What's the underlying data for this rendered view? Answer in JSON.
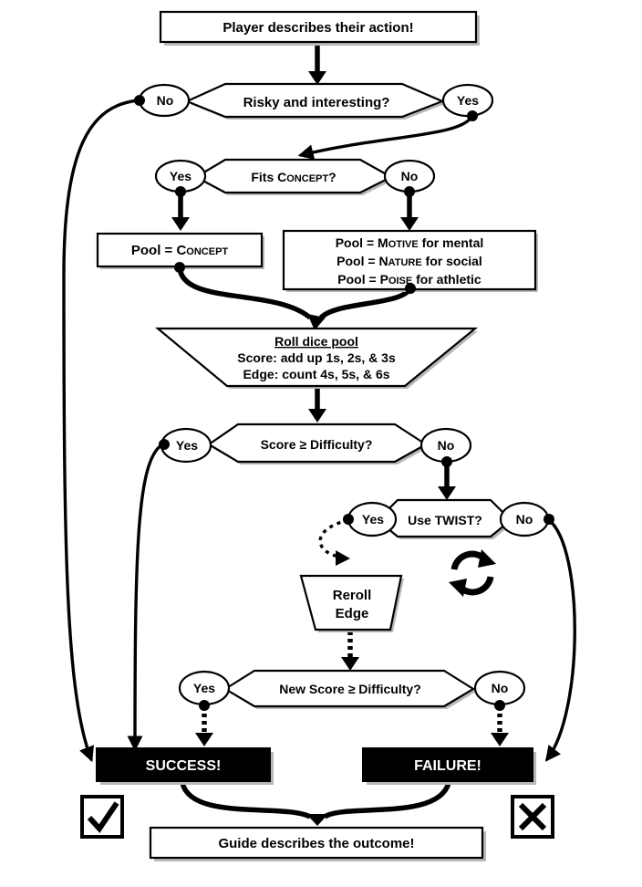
{
  "start": "Player describes their action!",
  "q_risky": "Risky and interesting?",
  "q_risky_no": "No",
  "q_risky_yes": "Yes",
  "q_fits": {
    "pre": "Fits ",
    "cap": "C",
    "small": "ONCEPT",
    "post": "?"
  },
  "q_fits_yes": "Yes",
  "q_fits_no": "No",
  "pool_concept": {
    "pre": "Pool = ",
    "cap": "C",
    "small": "ONCEPT",
    "post": ""
  },
  "pool_lines": [
    {
      "pre": "Pool = ",
      "cap": "M",
      "small": "OTIVE",
      "post": " for mental"
    },
    {
      "pre": "Pool = ",
      "cap": "N",
      "small": "ATURE",
      "post": " for social"
    },
    {
      "pre": "Pool = ",
      "cap": "P",
      "small": "OISE",
      "post": " for athletic"
    }
  ],
  "roll_title": "Roll dice pool",
  "roll_score": "Score: add up 1s, 2s, & 3s",
  "roll_edge": "Edge: count 4s, 5s, & 6s",
  "q_score": "Score ≥ Difficulty?",
  "q_score_yes": "Yes",
  "q_score_no": "No",
  "q_twist": "Use TWIST?",
  "q_twist_yes": "Yes",
  "q_twist_no": "No",
  "reroll_1": "Reroll",
  "reroll_2": "Edge",
  "q_new": "New Score ≥ Difficulty?",
  "q_new_yes": "Yes",
  "q_new_no": "No",
  "success": "SUCCESS!",
  "failure": "FAILURE!",
  "end": "Guide describes the outcome!",
  "icons": [
    "checkmark-icon",
    "cross-icon",
    "refresh-cycle-icon"
  ]
}
